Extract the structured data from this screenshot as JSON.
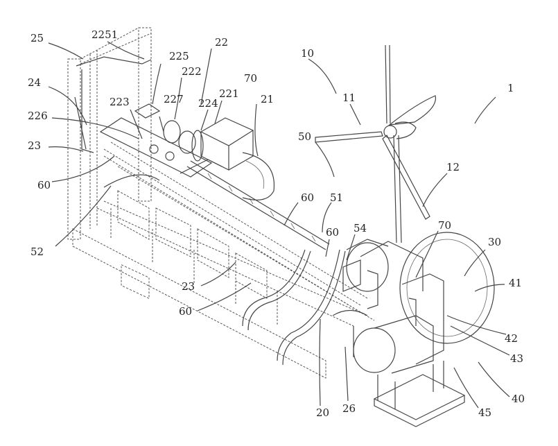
{
  "figure": {
    "labels": [
      {
        "id": "25",
        "text": "25"
      },
      {
        "id": "2251",
        "text": "2251"
      },
      {
        "id": "225",
        "text": "225"
      },
      {
        "id": "22",
        "text": "22"
      },
      {
        "id": "222",
        "text": "222"
      },
      {
        "id": "70a",
        "text": "70"
      },
      {
        "id": "24",
        "text": "24"
      },
      {
        "id": "227",
        "text": "227"
      },
      {
        "id": "224",
        "text": "224"
      },
      {
        "id": "221",
        "text": "221"
      },
      {
        "id": "21",
        "text": "21"
      },
      {
        "id": "223",
        "text": "223"
      },
      {
        "id": "226",
        "text": "226"
      },
      {
        "id": "10",
        "text": "10"
      },
      {
        "id": "11",
        "text": "11"
      },
      {
        "id": "1",
        "text": "1"
      },
      {
        "id": "23a",
        "text": "23"
      },
      {
        "id": "60a",
        "text": "60"
      },
      {
        "id": "50",
        "text": "50"
      },
      {
        "id": "12",
        "text": "12"
      },
      {
        "id": "60b",
        "text": "60"
      },
      {
        "id": "51",
        "text": "51"
      },
      {
        "id": "52",
        "text": "52"
      },
      {
        "id": "60c",
        "text": "60"
      },
      {
        "id": "54",
        "text": "54"
      },
      {
        "id": "70b",
        "text": "70"
      },
      {
        "id": "30",
        "text": "30"
      },
      {
        "id": "41",
        "text": "41"
      },
      {
        "id": "23b",
        "text": "23"
      },
      {
        "id": "60d",
        "text": "60"
      },
      {
        "id": "42",
        "text": "42"
      },
      {
        "id": "43",
        "text": "43"
      },
      {
        "id": "40",
        "text": "40"
      },
      {
        "id": "20",
        "text": "20"
      },
      {
        "id": "26",
        "text": "26"
      },
      {
        "id": "45",
        "text": "45"
      }
    ]
  }
}
